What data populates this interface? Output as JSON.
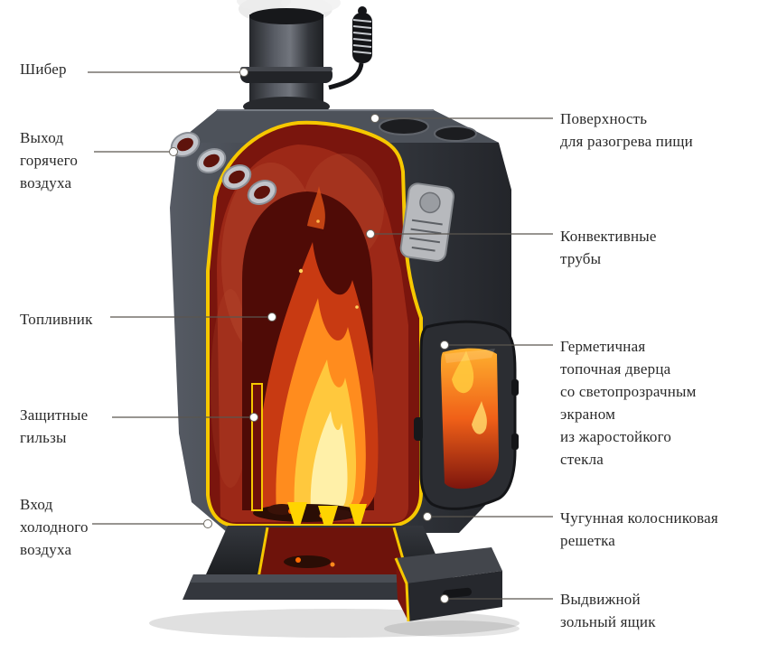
{
  "diagram_subject": "Отопительная печь длительного горения (разрез)",
  "labels": {
    "left": [
      {
        "id": "damper",
        "text": "Шибер"
      },
      {
        "id": "hot-air-outlet",
        "text": "Выход\nгорячего\nвоздуха"
      },
      {
        "id": "firebox",
        "text": "Топливник"
      },
      {
        "id": "protective-sleeves",
        "text": "Защитные\nгильзы"
      },
      {
        "id": "cold-air-inlet",
        "text": "Вход\nхолодного\nвоздуха"
      }
    ],
    "right": [
      {
        "id": "heating-surface",
        "text": "Поверхность\nдля разогрева пищи"
      },
      {
        "id": "convective-tubes",
        "text": "Конвективные\nтрубы"
      },
      {
        "id": "sealed-door",
        "text": "Герметичная\nтопочная дверца\nсо светопрозрачным\nэкраном\nиз жаростойкого\nстекла"
      },
      {
        "id": "cast-iron-grate",
        "text": "Чугунная колосниковая\nрешетка"
      },
      {
        "id": "ash-box",
        "text": "Выдвижной\nзольный ящик"
      }
    ]
  },
  "colors": {
    "background": "#ffffff",
    "body_metal": "#3a3e45",
    "cut_edge_accent": "#f6c800",
    "interior_red": "#7a150d",
    "flame_orange": "#ff8c1e",
    "flame_yellow": "#ffd23f",
    "label_text": "#2a2a2a",
    "leader_line": "#5a564f"
  }
}
